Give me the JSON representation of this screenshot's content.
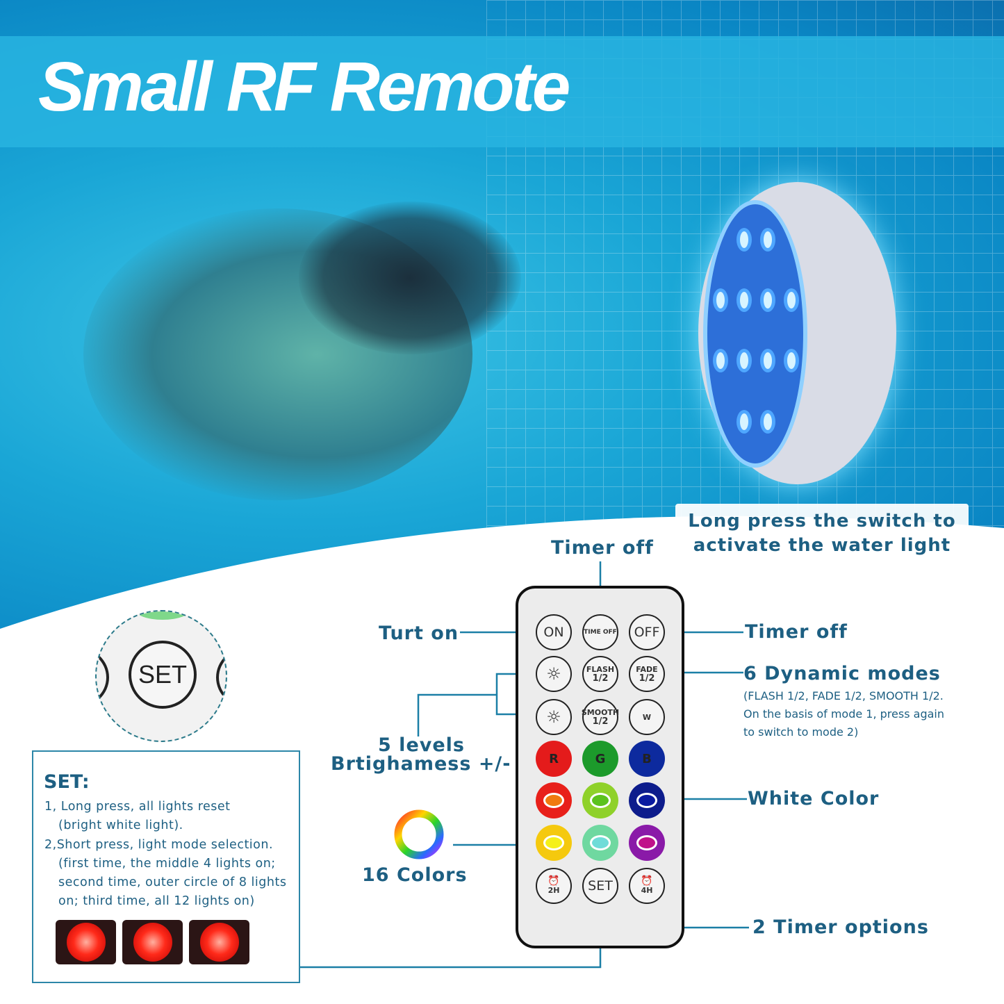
{
  "title": "Small RF Remote",
  "callout": {
    "line1": "Long press the switch to",
    "line2": "activate the water light"
  },
  "labels": {
    "timer_off_top": "Timer off",
    "turn_on": "Turt on",
    "timer_off_right": "Timer off",
    "dynamic_modes": "6 Dynamic modes",
    "dynamic_modes_note": [
      "(FLASH 1/2, FADE 1/2, SMOOTH 1/2.",
      "On the basis of mode 1, press again",
      "to switch to mode 2)"
    ],
    "brightness_line1": "5 levels",
    "brightness_line2": "Brtighamess +/-",
    "white_color": "White Color",
    "colors": "16 Colors",
    "timer_options": "2 Timer options"
  },
  "remote": {
    "on": "ON",
    "time_off": "TIME OFF",
    "off": "OFF",
    "flash": "FLASH",
    "fade": "FADE",
    "smooth": "SMOOTH",
    "half": "1/2",
    "w": "W",
    "r": "R",
    "g": "G",
    "b": "B",
    "timer_2h": "2H",
    "set": "SET",
    "timer_4h": "4H"
  },
  "set_zoom": {
    "label": "SET"
  },
  "set_box": {
    "heading": "SET:",
    "lines": [
      "1, Long press, all lights reset",
      "(bright white light).",
      "2,Short press, light mode selection.",
      "(first time, the middle 4 lights on;",
      "second time, outer circle of 8 lights",
      "on; third time, all 12 lights on)"
    ]
  },
  "colors": {
    "accent": "#1d5f82",
    "line": "#1b7fa6",
    "red": "#e41b1b",
    "green": "#1c9a2b",
    "blue": "#0d2a9e"
  }
}
